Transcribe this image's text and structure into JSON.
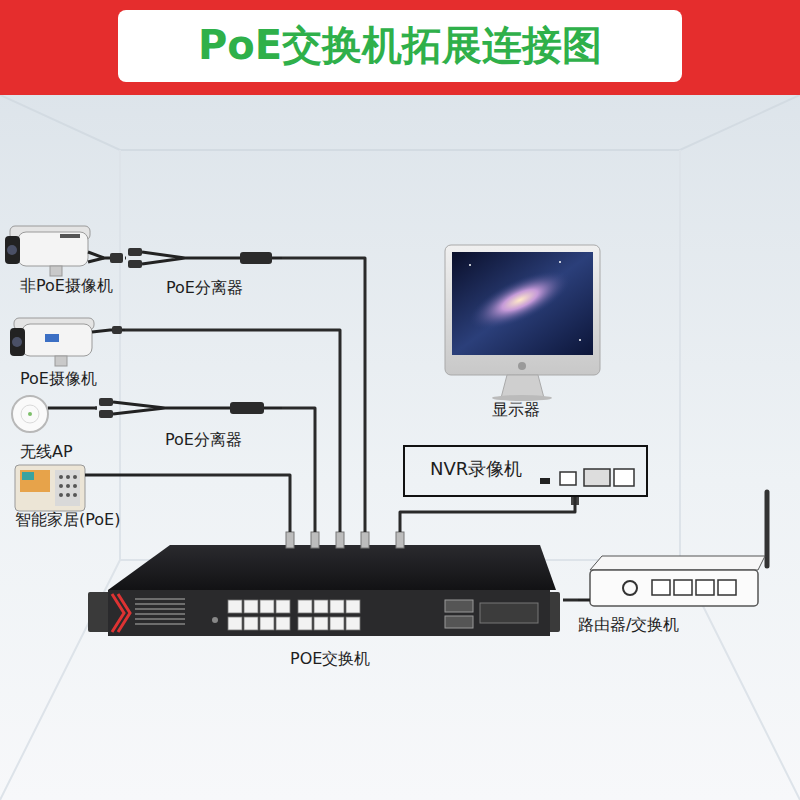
{
  "diagram": {
    "title": "PoE交换机拓展连接图",
    "nodes": [
      {
        "text": [
          "非PoE摄像机"
        ]
      },
      {
        "text": [
          "PoE分离器"
        ]
      },
      {
        "text": [
          "显示器"
        ]
      },
      {
        "text": [
          "PoE摄像机"
        ]
      },
      {
        "text": [
          "无线AP"
        ]
      },
      {
        "text": [
          "PoE分离器"
        ]
      },
      {
        "text": [
          "NVR录像机"
        ]
      },
      {
        "text": [
          "智能家居(PoE)"
        ]
      },
      {
        "text": [
          "路由器/交换机"
        ]
      },
      {
        "text": [
          "POE交换机"
        ]
      }
    ],
    "edges": [
      {
        "from": 0,
        "to": 1,
        "arrow": "none"
      },
      {
        "from": 1,
        "to": 9,
        "arrow": "none"
      },
      {
        "from": 3,
        "to": 9,
        "arrow": "none"
      },
      {
        "from": 4,
        "to": 5,
        "arrow": "none"
      },
      {
        "from": 5,
        "to": 9,
        "arrow": "none"
      },
      {
        "from": 7,
        "to": 9,
        "arrow": "none"
      },
      {
        "from": 6,
        "to": 9,
        "arrow": "none"
      },
      {
        "from": 9,
        "to": 8,
        "arrow": "none"
      }
    ]
  }
}
